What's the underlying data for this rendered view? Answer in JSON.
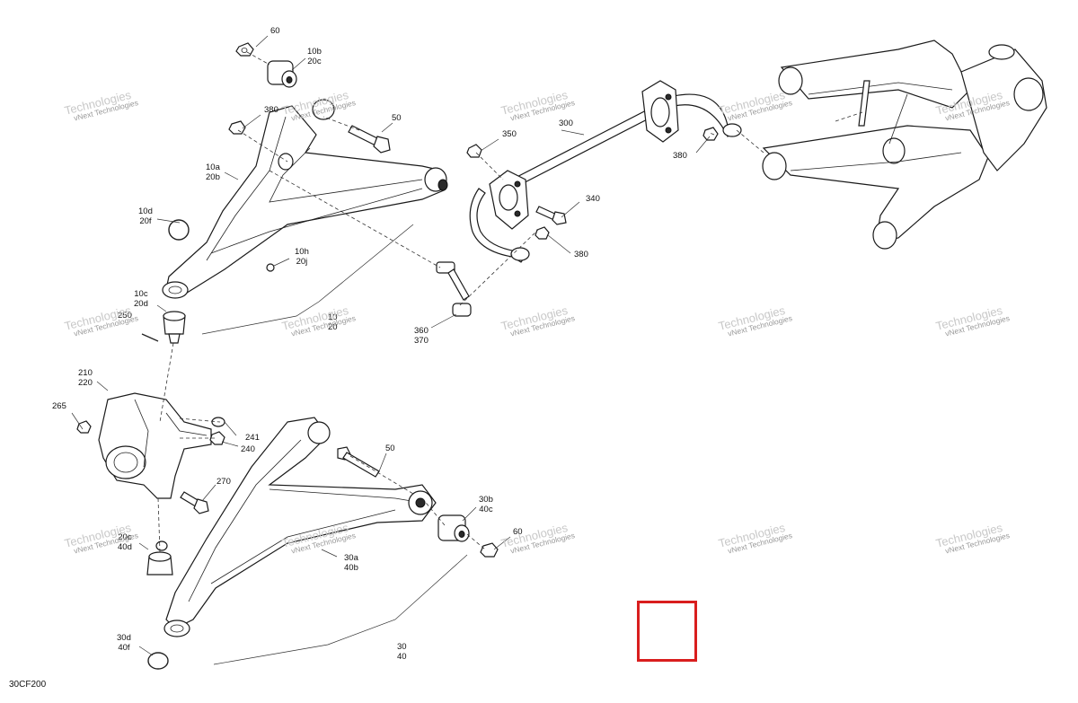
{
  "figure_code": "30CF200",
  "watermark": {
    "line1": "vNext Technologies",
    "line2": "Technologies"
  },
  "callouts": [
    {
      "id": "c60",
      "l1": "60",
      "l2": ""
    },
    {
      "id": "c10b",
      "l1": "10b",
      "l2": "20c"
    },
    {
      "id": "c380a",
      "l1": "380",
      "l2": ""
    },
    {
      "id": "c50a",
      "l1": "50",
      "l2": ""
    },
    {
      "id": "c10a",
      "l1": "10a",
      "l2": "20b"
    },
    {
      "id": "c10d",
      "l1": "10d",
      "l2": "20f"
    },
    {
      "id": "c10h",
      "l1": "10h",
      "l2": "20j"
    },
    {
      "id": "c10c",
      "l1": "10c",
      "l2": "20d"
    },
    {
      "id": "c250",
      "l1": "250",
      "l2": ""
    },
    {
      "id": "c10",
      "l1": "10",
      "l2": "20"
    },
    {
      "id": "c350",
      "l1": "350",
      "l2": ""
    },
    {
      "id": "c300",
      "l1": "300",
      "l2": ""
    },
    {
      "id": "c380b",
      "l1": "380",
      "l2": ""
    },
    {
      "id": "c340",
      "l1": "340",
      "l2": ""
    },
    {
      "id": "c380c",
      "l1": "380",
      "l2": ""
    },
    {
      "id": "c360",
      "l1": "360",
      "l2": "370"
    },
    {
      "id": "c210",
      "l1": "210",
      "l2": "220"
    },
    {
      "id": "c265",
      "l1": "265",
      "l2": ""
    },
    {
      "id": "c241",
      "l1": "241",
      "l2": ""
    },
    {
      "id": "c240",
      "l1": "240",
      "l2": ""
    },
    {
      "id": "c50b",
      "l1": "50",
      "l2": ""
    },
    {
      "id": "c270",
      "l1": "270",
      "l2": ""
    },
    {
      "id": "c30b",
      "l1": "30b",
      "l2": "40c"
    },
    {
      "id": "c60b",
      "l1": "60",
      "l2": ""
    },
    {
      "id": "c20c",
      "l1": "20c",
      "l2": "40d"
    },
    {
      "id": "c30a",
      "l1": "30a",
      "l2": "40b"
    },
    {
      "id": "c30d",
      "l1": "30d",
      "l2": "40f"
    },
    {
      "id": "c30",
      "l1": "30",
      "l2": "40"
    }
  ],
  "colors": {
    "highlight": "#d91e1e",
    "line": "#1a1a1a",
    "watermark": "#9a9a9a"
  }
}
